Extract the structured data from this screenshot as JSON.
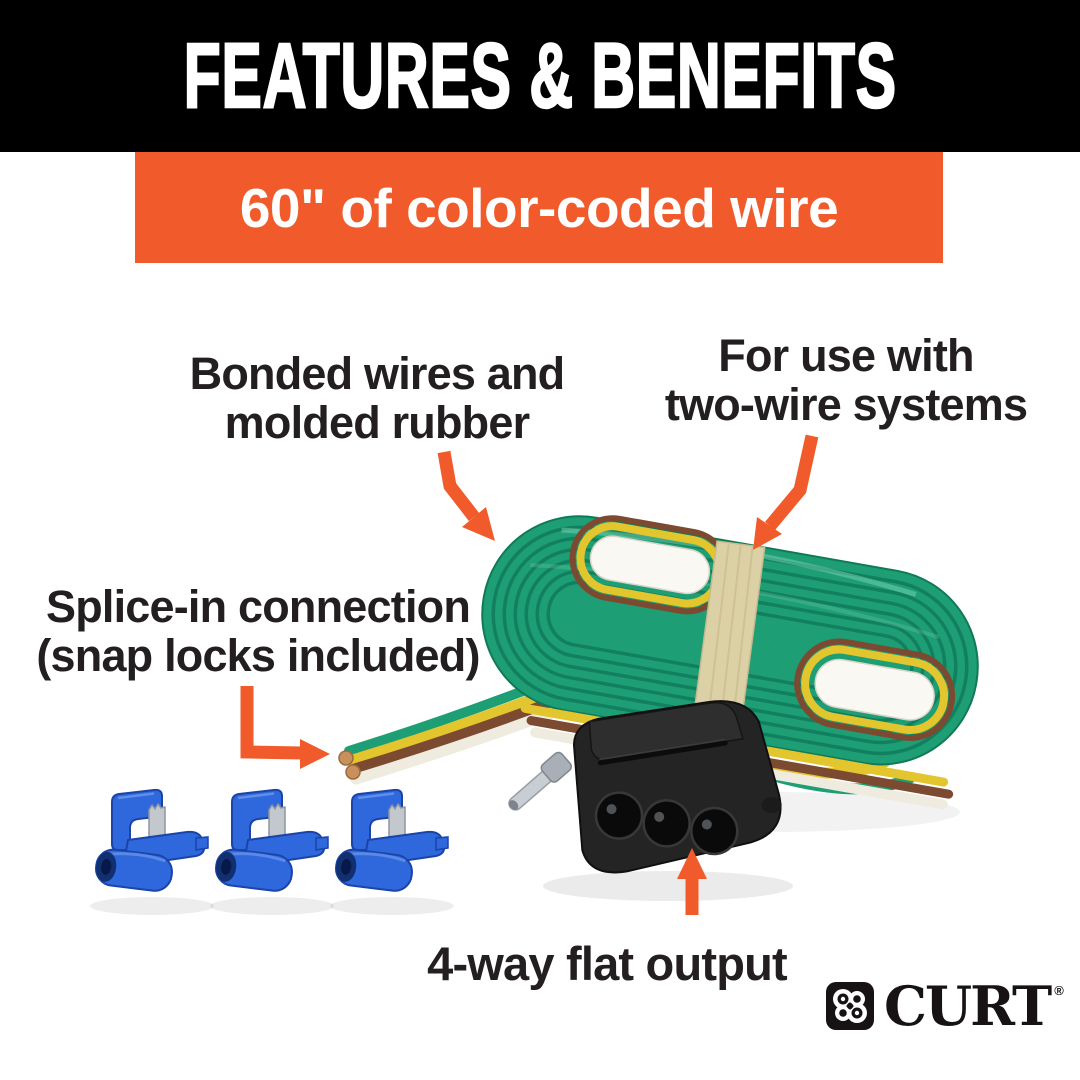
{
  "header": {
    "title": "FEATURES & BENEFITS"
  },
  "banner": {
    "text": "60\" of color-coded wire"
  },
  "callouts": {
    "bonded": {
      "line1": "Bonded wires and",
      "line2": "molded rubber"
    },
    "two_wire": {
      "line1": "For use with",
      "line2": "two-wire systems"
    },
    "splice": {
      "line1": "Splice-in connection",
      "line2": "(snap locks included)"
    },
    "output": {
      "label": "4-way flat output"
    }
  },
  "logo": {
    "brand": "CURT",
    "registered_mark": "®"
  },
  "product": {
    "illustrations": [
      "wire-coil-with-rubber-band",
      "four-way-flat-connector",
      "stripped-wire-ends",
      "snap-lock-connector-x3"
    ],
    "snap_lock_count": 3
  },
  "icons": {
    "callout_arrow": "orange-arrow",
    "brand_mark": "curt-clover-icon"
  },
  "colors": {
    "accent_orange": "#F15B2B",
    "header_black": "#000000",
    "text_dark": "#231F20",
    "wire_green": "#1E9E74",
    "wire_yellow": "#E3C52E",
    "wire_brown": "#7B4A31",
    "wire_white": "#EFEBDF",
    "rubber_band": "#DCD1A6",
    "connector_black": "#242424",
    "snap_lock_blue": "#2E68DC",
    "copper": "#C8905D"
  }
}
